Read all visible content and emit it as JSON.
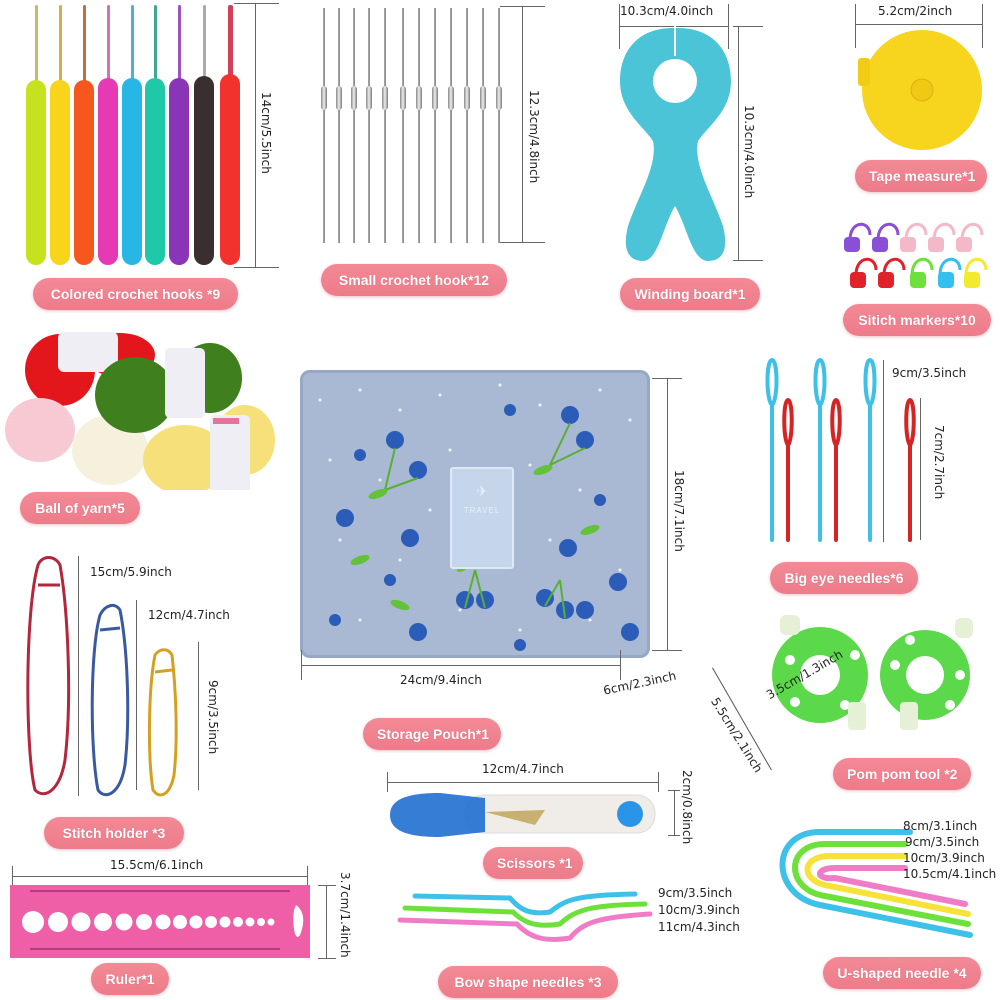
{
  "items": {
    "colored_hooks": {
      "label": "Colored crochet hooks *9",
      "dimension": "14cm/5.5inch",
      "colors": [
        "#c6e21f",
        "#f8d51a",
        "#f5571f",
        "#e63ab4",
        "#27b6e6",
        "#1fc9a8",
        "#8a34b8",
        "#3a2f2f",
        "#f2332d"
      ]
    },
    "small_hooks": {
      "label": "Small crochet hook*12",
      "dimension": "12.3cm/4.8inch",
      "count": 12
    },
    "winding_board": {
      "label": "Winding board*1",
      "width": "10.3cm/4.0inch",
      "height": "10.3cm/4.0inch",
      "color": "#4cc4d8"
    },
    "tape_measure": {
      "label": "Tape measure*1",
      "dimension": "5.2cm/2inch",
      "color": "#f7d51e"
    },
    "stitch_markers": {
      "label": "Sitich markers*10",
      "colors": [
        "#8a4fd6",
        "#8a4fd6",
        "#f4b9c8",
        "#f4b9c8",
        "#f4b9c8",
        "#e0222a",
        "#e0222a",
        "#6ee03c",
        "#33c0ef",
        "#f2ea2c"
      ]
    },
    "yarn": {
      "label": "Ball of yarn*5",
      "colors": [
        "#e3161b",
        "#3f7f1e",
        "#f6c9d3",
        "#f6f1dd",
        "#f5e07a"
      ]
    },
    "storage_pouch": {
      "label": "Storage Pouch*1",
      "width": "24cm/9.4inch",
      "height": "18cm/7.1inch",
      "depth": "6cm/2.3inch",
      "tag_text": "TRAVEL",
      "color": "#a9b9d3"
    },
    "big_eye_needles": {
      "label": "Big eye needles*6",
      "long": "9cm/3.5inch",
      "short": "7cm/2.7inch"
    },
    "pom_pom": {
      "label": "Pom pom tool *2",
      "outer": "5.5cm/2.1inch",
      "inner": "3.5cm/1.3inch",
      "color": "#5cd94a"
    },
    "stitch_holder": {
      "label": "Stitch holder *3",
      "sizes": [
        "15cm/5.9inch",
        "12cm/4.7inch",
        "9cm/3.5inch"
      ],
      "colors": [
        "#b3263b",
        "#3a5aa0",
        "#d5a020"
      ]
    },
    "scissors": {
      "label": "Scissors *1",
      "length": "12cm/4.7inch",
      "height": "2cm/0.8inch"
    },
    "ruler": {
      "label": "Ruler*1",
      "length": "15.5cm/6.1inch",
      "height": "3.7cm/1.4inch",
      "color": "#ee5fa8"
    },
    "bow_needles": {
      "label": "Bow shape needles *3",
      "sizes": [
        "9cm/3.5inch",
        "10cm/3.9inch",
        "11cm/4.3inch"
      ]
    },
    "u_needles": {
      "label": "U-shaped needle *4",
      "sizes": [
        "8cm/3.1inch",
        "9cm/3.5inch",
        "10cm/3.9inch",
        "10.5cm/4.1inch"
      ]
    }
  }
}
